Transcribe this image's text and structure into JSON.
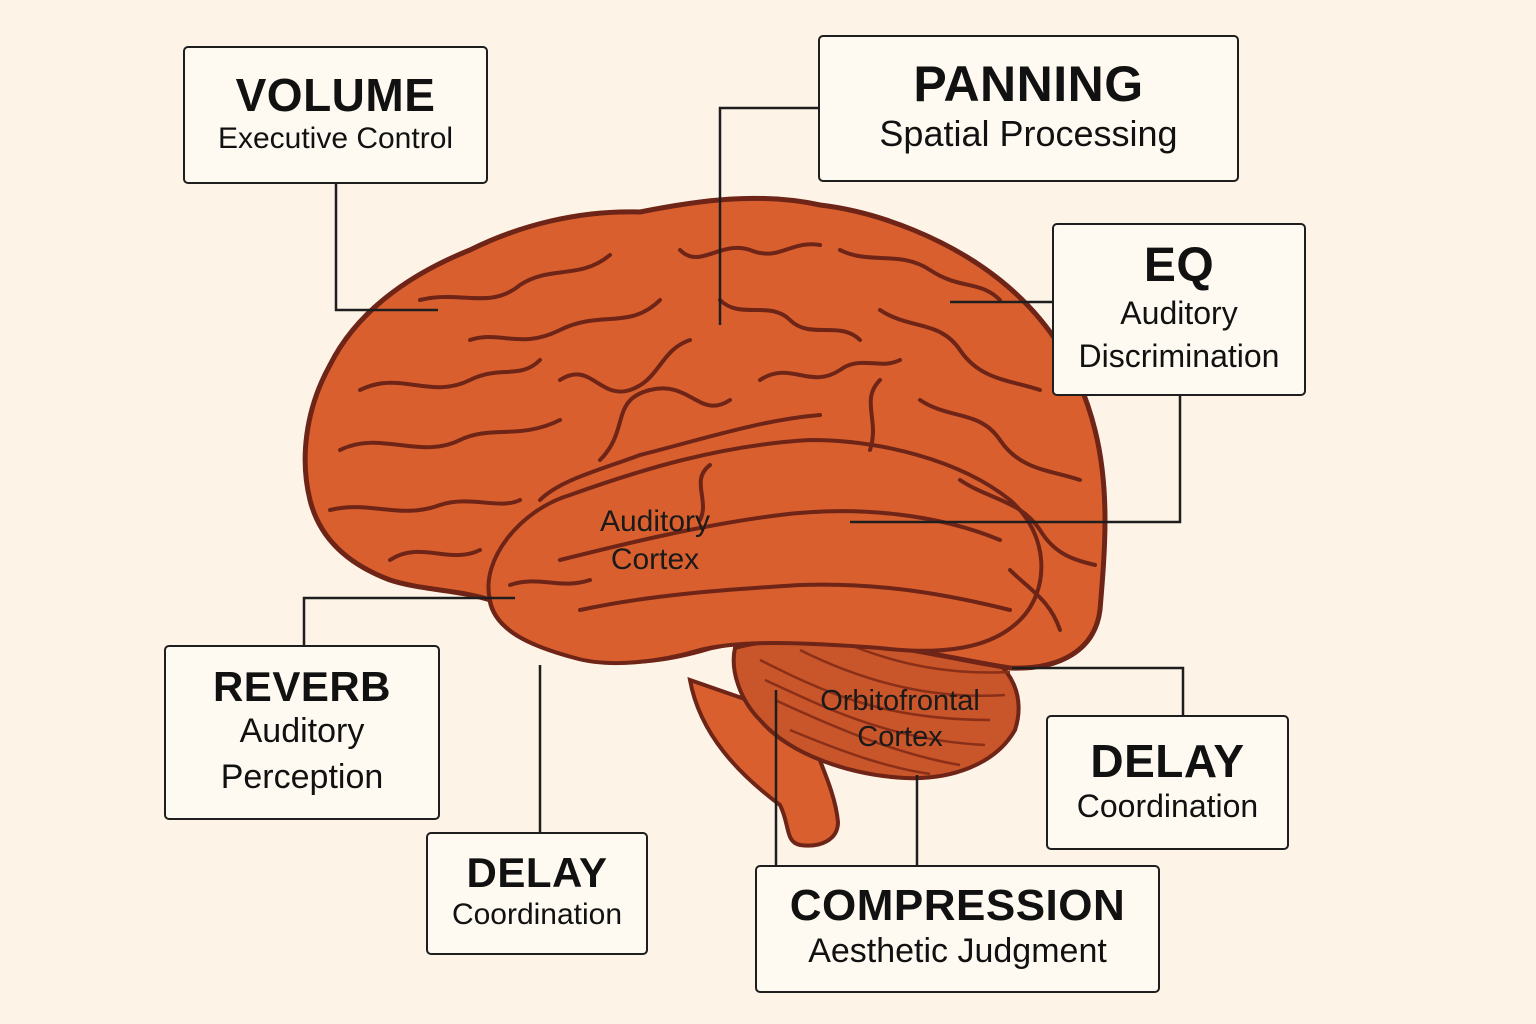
{
  "colors": {
    "background": "#fdf4e7",
    "brain_fill": "#d9602e",
    "brain_outline": "#6e2416",
    "cerebellum_fill": "#c9552a",
    "connector": "#1e1e1e"
  },
  "labels": {
    "volume": {
      "title": "VOLUME",
      "sub": "Executive Control"
    },
    "panning": {
      "title": "PANNING",
      "sub": "Spatial Processing"
    },
    "eq": {
      "title": "EQ",
      "sub_line1": "Auditory",
      "sub_line2": "Discrimination"
    },
    "reverb": {
      "title": "REVERB",
      "sub_line1": "Auditory",
      "sub_line2": "Perception"
    },
    "delay_left": {
      "title": "DELAY",
      "sub": "Coordination"
    },
    "compression": {
      "title": "COMPRESSION",
      "sub": "Aesthetic Judgment"
    },
    "delay_right": {
      "title": "DELAY",
      "sub": "Coordination"
    }
  },
  "regions": {
    "auditory_cortex": {
      "line1": "Auditory",
      "line2": "Cortex"
    },
    "orbitofrontal_cortex": {
      "line1": "Orbitofrontal",
      "line2": "Cortex"
    }
  }
}
